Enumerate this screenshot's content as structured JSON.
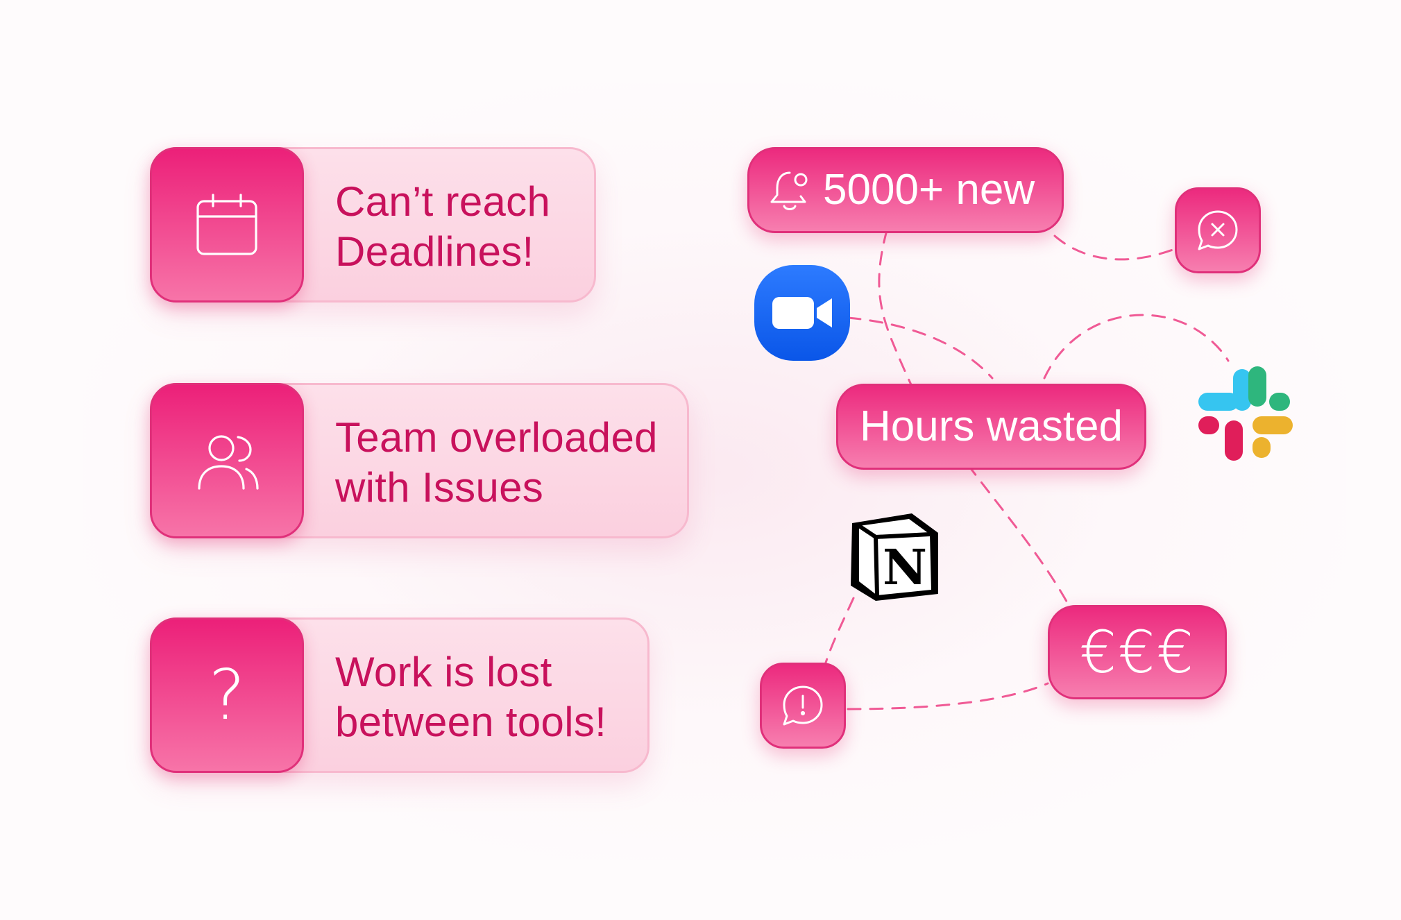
{
  "colors": {
    "accent": "#ec2079",
    "card_text": "#c8115c",
    "card_bg": "#fbd6e3",
    "zoom_blue": "#0b5cff",
    "slack": [
      "#36c5f0",
      "#2eb67d",
      "#ecb22e",
      "#e01e5a"
    ]
  },
  "problems": [
    {
      "icon": "calendar-icon",
      "lines": [
        "Can’t reach",
        "Deadlines!"
      ]
    },
    {
      "icon": "users-icon",
      "lines": [
        "Team overloaded",
        "with Issues"
      ]
    },
    {
      "icon": "question-icon",
      "symbol": "?",
      "lines": [
        "Work is lost",
        "between tools!"
      ]
    }
  ],
  "pills": {
    "notifications": {
      "icon": "bell-icon",
      "text": "5000+ new"
    },
    "hours": {
      "text": "Hours wasted"
    },
    "cost": {
      "text": "€€€"
    }
  },
  "badges": {
    "error": {
      "icon": "chat-x-icon"
    },
    "alert": {
      "icon": "chat-alert-icon"
    }
  },
  "logos": [
    "zoom-logo",
    "slack-logo",
    "notion-logo"
  ]
}
